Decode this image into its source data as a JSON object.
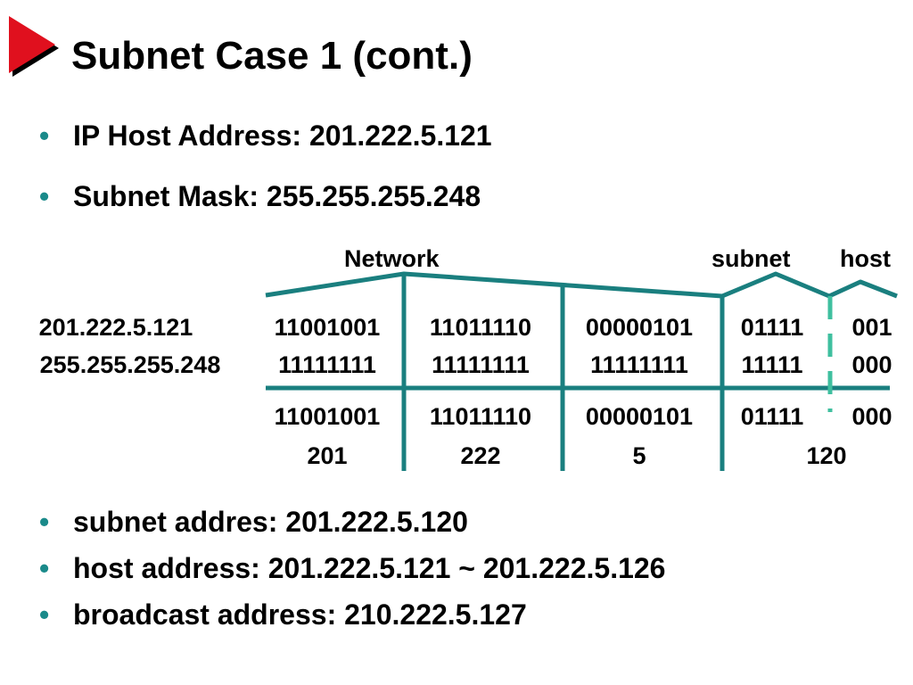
{
  "slide": {
    "title": "Subnet Case 1 (cont.)"
  },
  "top_bullets": [
    {
      "text": "IP Host Address: 201.222.5.121"
    },
    {
      "text": "Subnet Mask: 255.255.255.248"
    }
  ],
  "diagram": {
    "labels": {
      "network": "Network",
      "subnet": "subnet",
      "host": "host"
    },
    "rows": {
      "ip": {
        "label": "201.222.5.121",
        "octets": [
          "11001001",
          "11011110",
          "00000101",
          "01111",
          "001"
        ]
      },
      "mask": {
        "label": "255.255.255.248",
        "octets": [
          "11111111",
          "11111111",
          "11111111",
          "11111",
          "000"
        ]
      },
      "result": {
        "octets": [
          "11001001",
          "11011110",
          "00000101",
          "01111",
          "000"
        ]
      },
      "decimal": {
        "values": [
          "201",
          "222",
          "5",
          "120"
        ]
      }
    },
    "colors": {
      "lines": "#1a7f7f",
      "dashed": "#3fbf9f"
    }
  },
  "bottom_bullets": [
    {
      "text": "subnet addres: 201.222.5.120"
    },
    {
      "text": "host address: 201.222.5.121 ~ 201.222.5.126"
    },
    {
      "text": "broadcast address: 210.222.5.127"
    }
  ],
  "colors": {
    "accent_red": "#e0101e",
    "bullet": "#1a8a8a"
  }
}
